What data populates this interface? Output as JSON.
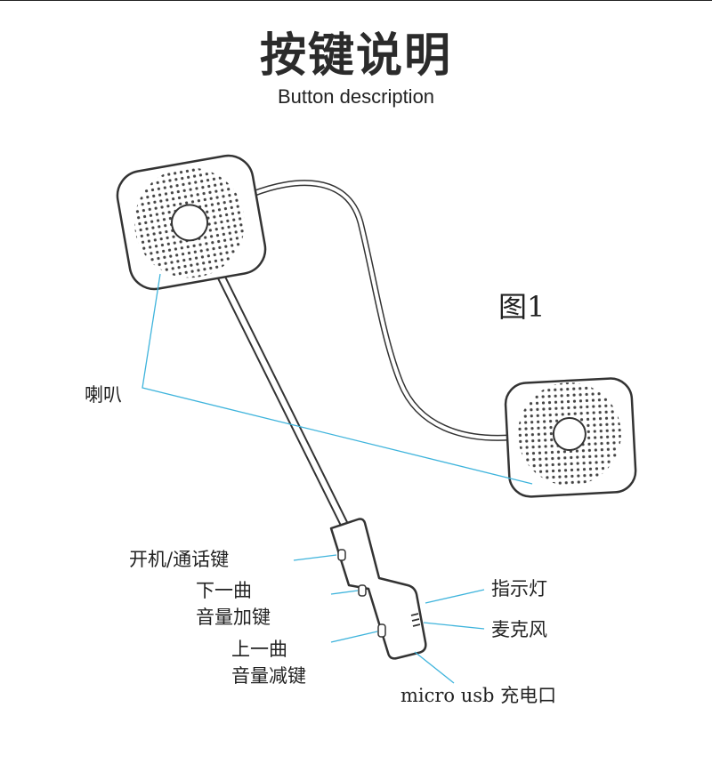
{
  "header": {
    "title": "按键说明",
    "subtitle": "Button description"
  },
  "figure_label": "图1",
  "labels": {
    "speaker": "喇叭",
    "power_call": "开机/通话键",
    "next_track": "下一曲",
    "volume_up": "音量加键",
    "prev_track": "上一曲",
    "volume_down": "音量减键",
    "indicator": "指示灯",
    "microphone": "麦克风",
    "charging_port": "micro usb 充电口"
  },
  "colors": {
    "leader_line": "#3fb4dc",
    "outline": "#333333"
  }
}
